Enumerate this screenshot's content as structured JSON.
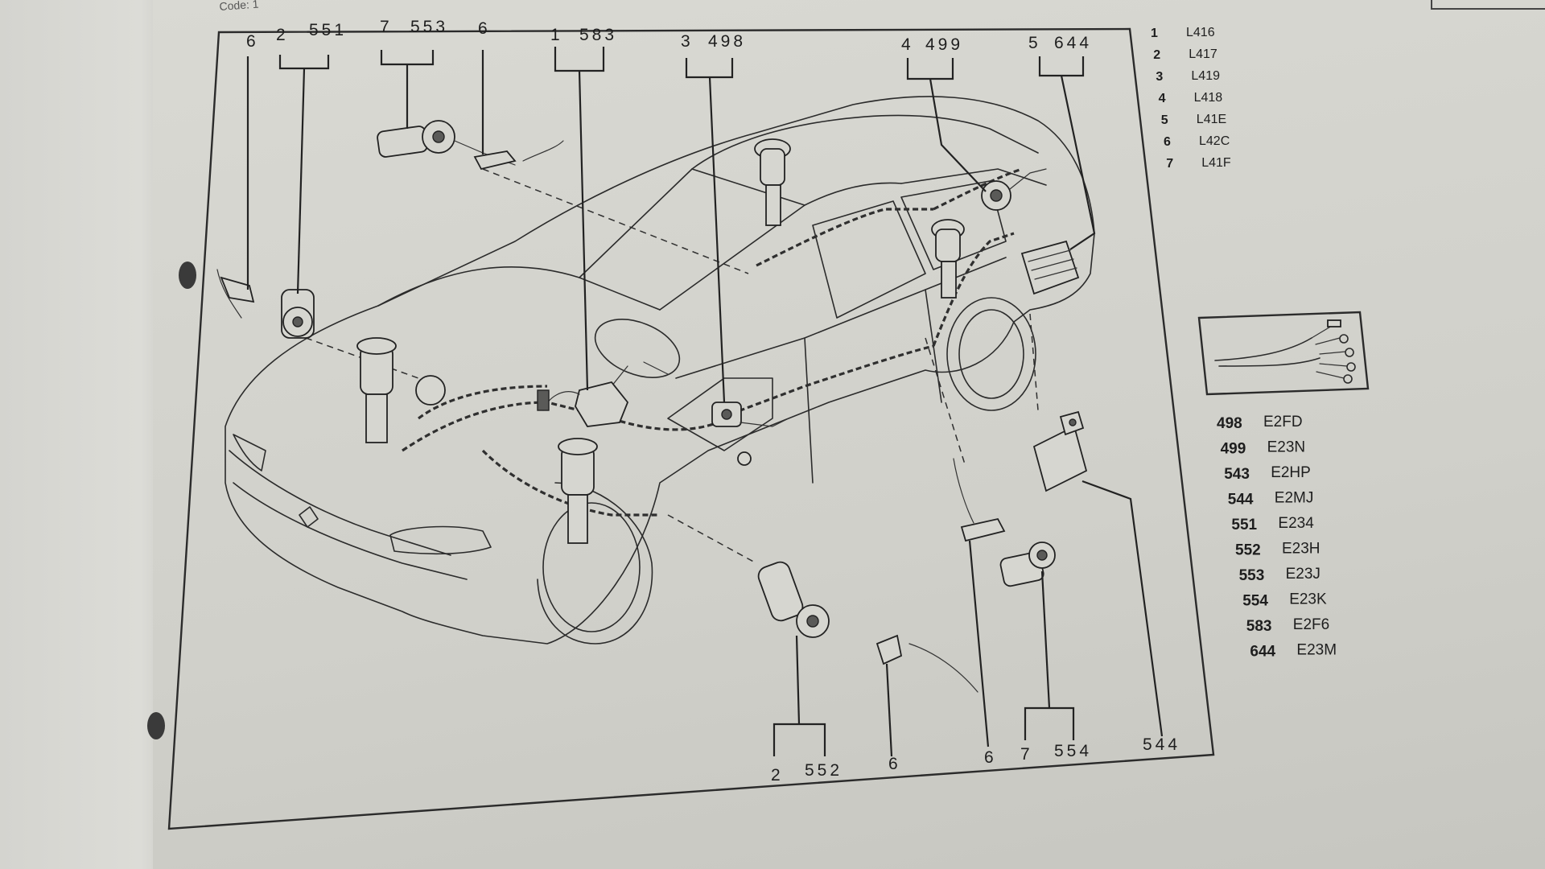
{
  "header": {
    "code_fragment": "Code: 1"
  },
  "callouts_top": [
    {
      "index": "6",
      "code": ""
    },
    {
      "index": "2",
      "code": "551"
    },
    {
      "index": "7",
      "code": "553"
    },
    {
      "index": "6",
      "code": ""
    },
    {
      "index": "1",
      "code": "583"
    },
    {
      "index": "3",
      "code": "498"
    },
    {
      "index": "4",
      "code": "499"
    },
    {
      "index": "5",
      "code": "644"
    }
  ],
  "callouts_bottom": [
    {
      "index": "2",
      "code": "552"
    },
    {
      "index": "6",
      "code": ""
    },
    {
      "index": "6",
      "code": ""
    },
    {
      "index": "7",
      "code": "554"
    },
    {
      "index": "",
      "code": "544"
    }
  ],
  "legend_indices": [
    {
      "n": "1",
      "code": "L416"
    },
    {
      "n": "2",
      "code": "L417"
    },
    {
      "n": "3",
      "code": "L419"
    },
    {
      "n": "4",
      "code": "L418"
    },
    {
      "n": "5",
      "code": "L41E"
    },
    {
      "n": "6",
      "code": "L42C"
    },
    {
      "n": "7",
      "code": "L41F"
    }
  ],
  "legend_connectors": [
    {
      "n": "498",
      "code": "E2FD"
    },
    {
      "n": "499",
      "code": "E23N"
    },
    {
      "n": "543",
      "code": "E2HP"
    },
    {
      "n": "544",
      "code": "E2MJ"
    },
    {
      "n": "551",
      "code": "E234"
    },
    {
      "n": "552",
      "code": "E23H"
    },
    {
      "n": "553",
      "code": "E23J"
    },
    {
      "n": "554",
      "code": "E23K"
    },
    {
      "n": "583",
      "code": "E2F6"
    },
    {
      "n": "644",
      "code": "E23M"
    }
  ],
  "icons": {
    "car": "car-outline-icon",
    "sensor": "wheel-sensor-icon",
    "strut": "suspension-strut-icon",
    "ecu": "control-unit-icon",
    "relay": "relay-icon",
    "wire": "wire-harness-icon"
  }
}
